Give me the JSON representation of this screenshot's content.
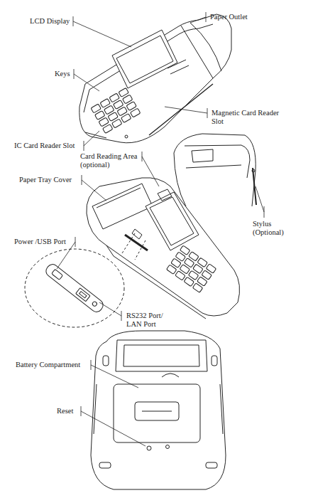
{
  "diagram": {
    "labels": [
      "LCD Display",
      "Paper Outlet",
      "Keys",
      "Magnetic Card Reader Slot",
      "IC Card Reader Slot",
      "Card Reading Area (optional)",
      "Paper Tray Cover",
      "Stylus (Optional)",
      "Power /USB Port",
      "RS232 Port/ LAN Port",
      "Battery Compartment",
      "Reset"
    ]
  }
}
